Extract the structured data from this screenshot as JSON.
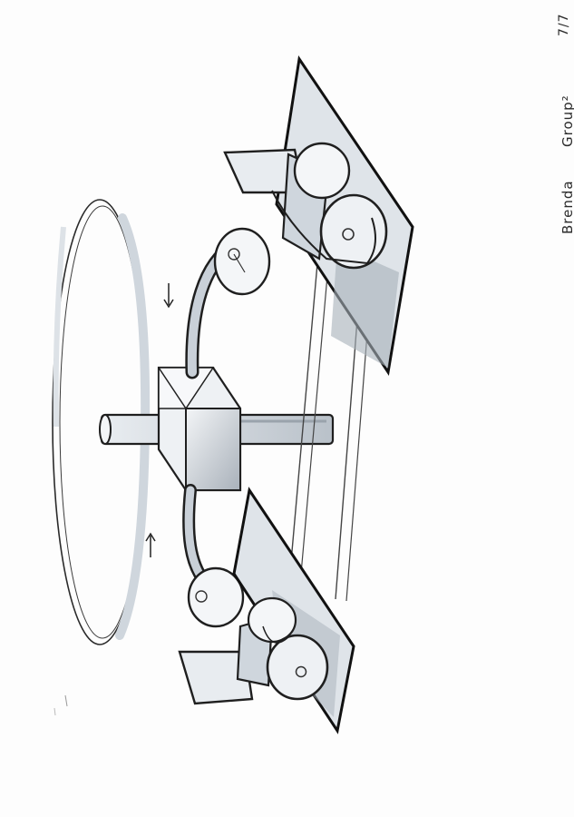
{
  "annotations": {
    "author": "Brenda",
    "group": "Group²",
    "page": "7/7"
  },
  "sketch": {
    "ink_color": "#1f1f1f",
    "marker_color": "#c9d0d8",
    "marker_dark": "#8f979f",
    "paper_color": "#fdfdfd"
  }
}
